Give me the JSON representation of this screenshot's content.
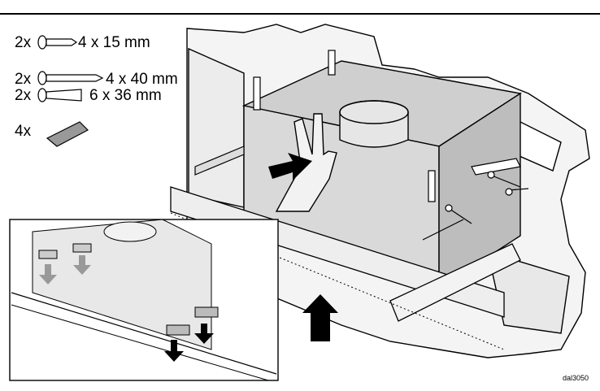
{
  "parts": [
    {
      "qty": "2x",
      "size": "4 x 15 mm",
      "icon": "short-screw-icon"
    },
    {
      "qty": "2x",
      "size": "4 x 40 mm",
      "icon": "long-screw-icon"
    },
    {
      "qty": "2x",
      "size": "6 x 36 mm",
      "icon": "wall-plug-icon"
    },
    {
      "qty": "4x",
      "size": "",
      "icon": "adhesive-pad-icon"
    }
  ],
  "drawing_code": "dal3050",
  "colors": {
    "line": "#000000",
    "hood_fill": "#d9d9d9",
    "cabinet_fill": "#ffffff",
    "shadow": "#bfbfbf",
    "arrow": "#000000"
  }
}
